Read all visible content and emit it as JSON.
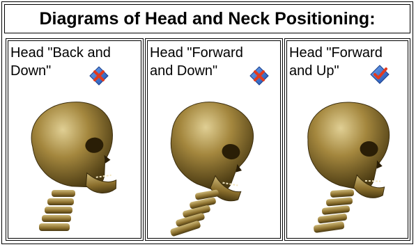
{
  "title": "Diagrams of Head and Neck Positioning:",
  "panels": [
    {
      "caption": "Head \"Back and\nDown\"",
      "status": "incorrect",
      "status_icon": "cross-mark-icon",
      "posture": "back-and-down"
    },
    {
      "caption": "Head \"Forward\nand Down\"",
      "status": "incorrect",
      "status_icon": "cross-mark-icon",
      "posture": "forward-and-down"
    },
    {
      "caption": "Head \"Forward\nand Up\"",
      "status": "correct",
      "status_icon": "check-mark-icon",
      "posture": "forward-and-up"
    }
  ],
  "colors": {
    "icon_blue": "#2e6bd6",
    "icon_red": "#e23a1e",
    "bone_light": "#d8c48a",
    "bone_mid": "#9a7c36",
    "bone_dark": "#4a3a12"
  }
}
